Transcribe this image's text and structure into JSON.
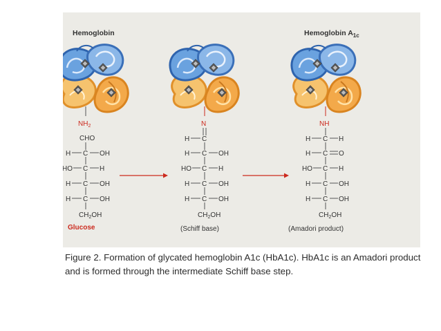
{
  "titles": {
    "left": "Hemoglobin",
    "right_main": "Hemoglobin A",
    "right_sub": "1c"
  },
  "glucose": {
    "amine": "NH",
    "amine_sub": "2",
    "top": "CHO",
    "rows": [
      {
        "l": "H",
        "r": "OH"
      },
      {
        "l": "HO",
        "r": "H"
      },
      {
        "l": "H",
        "r": "OH"
      },
      {
        "l": "H",
        "r": "OH"
      }
    ],
    "bottom_a": "CH",
    "bottom_sub": "2",
    "bottom_b": "OH",
    "caption": "Glucose"
  },
  "schiff": {
    "amine": "N",
    "rows": [
      {
        "l": "H",
        "r": ""
      },
      {
        "l": "H",
        "r": "OH"
      },
      {
        "l": "HO",
        "r": "H"
      },
      {
        "l": "H",
        "r": "OH"
      },
      {
        "l": "H",
        "r": "OH"
      }
    ],
    "bottom_a": "CH",
    "bottom_sub": "2",
    "bottom_b": "OH",
    "caption": "(Schiff base)"
  },
  "amadori": {
    "amine": "NH",
    "rows": [
      {
        "l": "H",
        "r": "H"
      },
      {
        "l": "H",
        "r": "O"
      },
      {
        "l": "HO",
        "r": "H"
      },
      {
        "l": "H",
        "r": "OH"
      },
      {
        "l": "H",
        "r": "OH"
      }
    ],
    "bottom_a": "CH",
    "bottom_sub": "2",
    "bottom_b": "OH",
    "caption": "(Amadori product)"
  },
  "atom": "C",
  "caption_text": "Figure 2. Formation of glycated hemoglobin A1c (HbA1c). HbA1c is an Amadori product and is formed through the intermediate Schiff base step.",
  "colors": {
    "blue": "#4a83c9",
    "orange": "#f1a33a",
    "red": "#cc2a1e",
    "panel": "#ecebe6"
  }
}
